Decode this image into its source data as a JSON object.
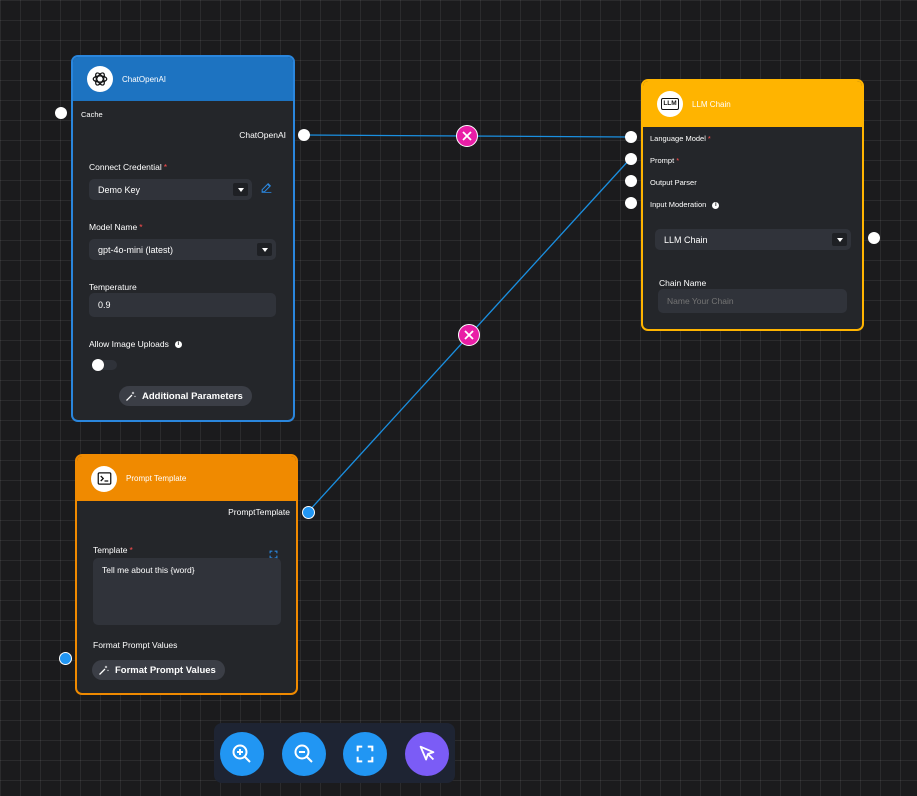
{
  "colors": {
    "chatopenai_header": "#1d73c1",
    "chatopenai_border": "#2a86dd",
    "llm_header": "#ffb400",
    "prompt_header": "#f08a00",
    "edge": "#1a8fe0",
    "delete": "#e91ea6",
    "tool_blue": "#2196f3",
    "tool_purple": "#7b5cf6"
  },
  "chatopenai": {
    "title": "ChatOpenAI",
    "icon": "openai-icon",
    "cache_label": "Cache",
    "output_label": "ChatOpenAI",
    "credential_label": "Connect Credential",
    "credential_value": "Demo Key",
    "model_label": "Model Name",
    "model_value": "gpt-4o-mini (latest)",
    "temperature_label": "Temperature",
    "temperature_value": "0.9",
    "image_uploads_label": "Allow Image Uploads",
    "additional_params_label": "Additional Parameters",
    "required_mark": "*",
    "info_mark": "i"
  },
  "llmchain": {
    "title": "LLM Chain",
    "icon_text": "LLM",
    "inputs": [
      "Language Model",
      "Prompt",
      "Output Parser",
      "Input Moderation"
    ],
    "output_value": "LLM Chain",
    "chain_name_label": "Chain Name",
    "chain_name_placeholder": "Name Your Chain",
    "required_mark": "*",
    "info_mark": "i"
  },
  "prompt": {
    "title": "Prompt Template",
    "icon": "terminal-icon",
    "output_label": "PromptTemplate",
    "template_label": "Template",
    "template_value": "Tell me about this {word}",
    "format_label": "Format Prompt Values",
    "format_button_label": "Format Prompt Values",
    "required_mark": "*"
  },
  "toolbar": {
    "buttons": [
      "zoom-in-icon",
      "zoom-out-icon",
      "fit-view-icon",
      "select-cursor-icon"
    ]
  }
}
